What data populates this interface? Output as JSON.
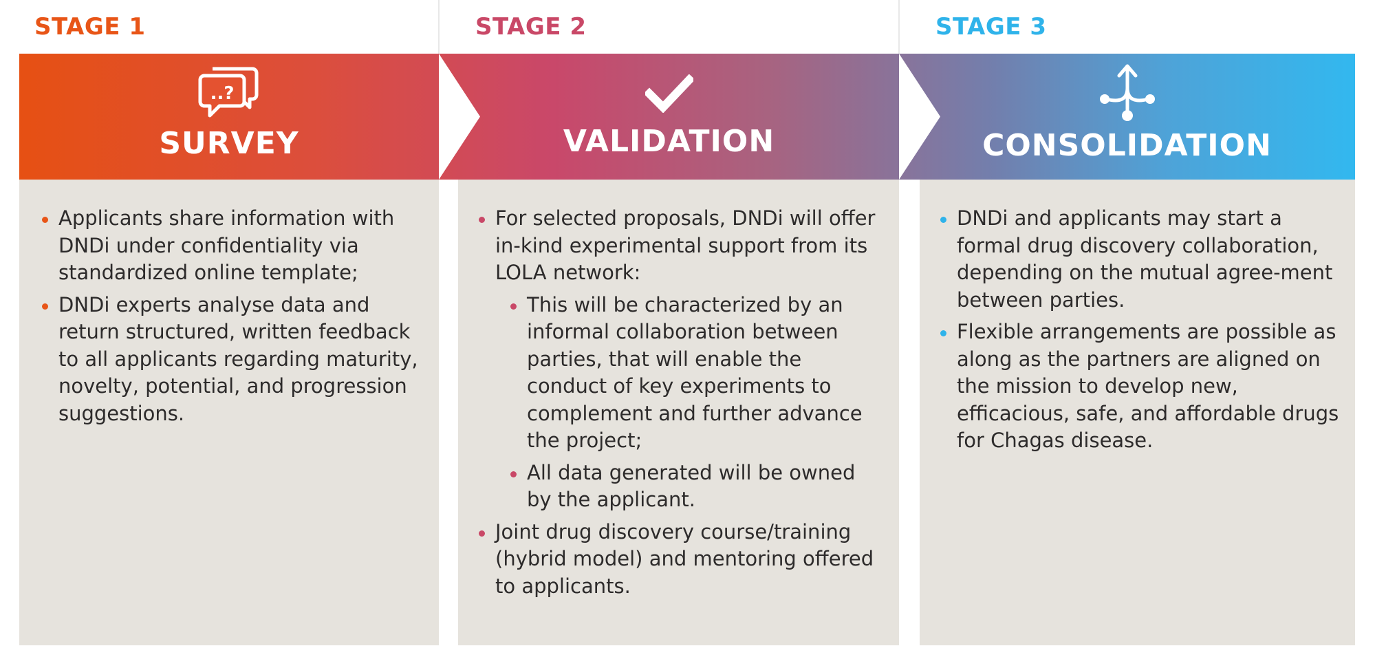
{
  "stages": [
    {
      "label": "STAGE 1",
      "title": "SURVEY",
      "icon": "speech-bubbles-question-icon",
      "color": "#e85517",
      "bullets": [
        {
          "text": "Applicants share information with DNDi under confidentiality via standardized online template;"
        },
        {
          "text": "DNDi experts analyse data and return structured, written feedback to all applicants regarding maturity, novelty, potential, and progression suggestions."
        }
      ]
    },
    {
      "label": "STAGE 2",
      "title": "VALIDATION",
      "icon": "checkmark-icon",
      "color": "#c94867",
      "bullets": [
        {
          "text": "For selected proposals, DNDi will offer in-kind experimental support from its LOLA network:",
          "sub": [
            {
              "text": "This will be characterized by an informal collaboration between parties, that will enable the conduct of key experiments to complement and further advance the project;"
            },
            {
              "text": "All data generated will be owned by the applicant."
            }
          ]
        },
        {
          "text": "Joint drug discovery course/training (hybrid model) and mentoring offered to applicants."
        }
      ]
    },
    {
      "label": "STAGE 3",
      "title": "CONSOLIDATION",
      "icon": "merge-arrows-icon",
      "color": "#2fb3ea",
      "bullets": [
        {
          "text": "DNDi and applicants may start a formal drug discovery collaboration, depending on the mutual agree-ment between parties."
        },
        {
          "text": "Flexible arrangements are possible as along as the partners are aligned on the mission to develop new, efficacious, safe, and affordable drugs for Chagas disease."
        }
      ]
    }
  ]
}
